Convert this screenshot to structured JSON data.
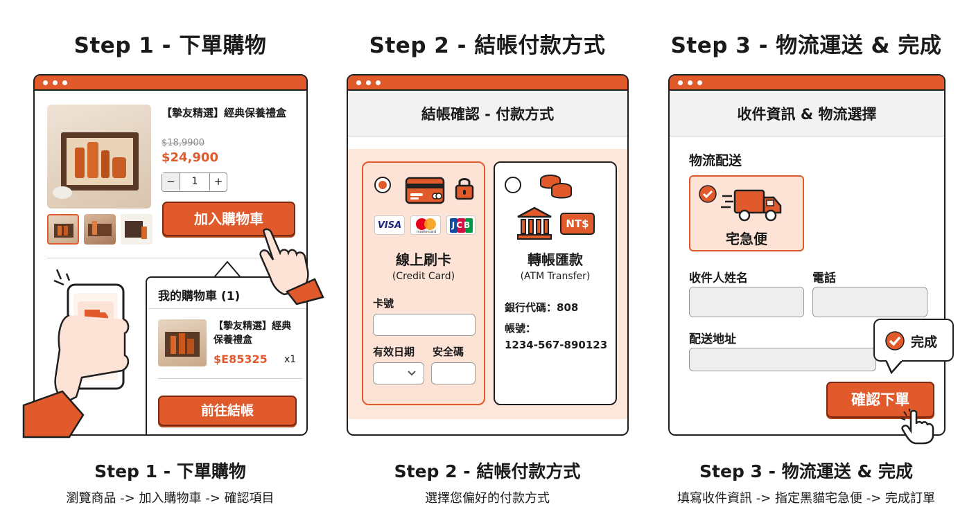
{
  "steps": [
    {
      "title": "Step 1 - 下單購物",
      "caption": "Step 1 - 下單購物",
      "desc": "瀏覽商品 -> 加入購物車 -> 確認項目"
    },
    {
      "title": "Step 2 - 結帳付款方式",
      "caption": "Step 2 - 結帳付款方式",
      "desc": "選擇您偏好的付款方式"
    },
    {
      "title": "Step 3 - 物流運送 & 完成",
      "caption": "Step 3 - 物流運送 & 完成",
      "desc": "填寫收件資訊 -> 指定黑貓宅急便 -> 完成訂單"
    }
  ],
  "product": {
    "name": "【摯友精選】經典保養禮盒",
    "old_price": "$18,9900",
    "price": "$24,900",
    "qty": "1",
    "qty_minus": "−",
    "qty_plus": "+",
    "add_to_cart": "加入購物車"
  },
  "cart": {
    "title": "我的購物車 (1)",
    "collapse": "−",
    "item_name": "【摯友精選】經典保養禮盒",
    "item_price": "$E85325",
    "item_qty": "x1",
    "checkout": "前往結帳"
  },
  "payment": {
    "header": "結帳確認 - 付款方式",
    "credit": {
      "title": "線上刷卡",
      "subtitle": "(Credit Card)",
      "brands": [
        "VISA",
        "mastercard",
        "JCB"
      ],
      "card_no_label": "卡號",
      "expiry_label": "有效日期",
      "cvv_label": "安全碼"
    },
    "atm": {
      "title": "轉帳匯款",
      "subtitle": "(ATM Transfer)",
      "currency_badge": "NT$",
      "bank_code": "銀行代碼：808",
      "account_label": "帳號：",
      "account_no": "1234-567-890123"
    }
  },
  "shipping": {
    "header": "收件資訊 & 物流選擇",
    "section_label": "物流配送",
    "option_label": "宅急便",
    "name_label": "收件人姓名",
    "phone_label": "電話",
    "address_label": "配送地址",
    "done_bubble": "完成",
    "confirm": "確認下單"
  },
  "colors": {
    "accent": "#e05a2b",
    "accent_light": "#fde3d6",
    "outline": "#1f1f1f"
  }
}
